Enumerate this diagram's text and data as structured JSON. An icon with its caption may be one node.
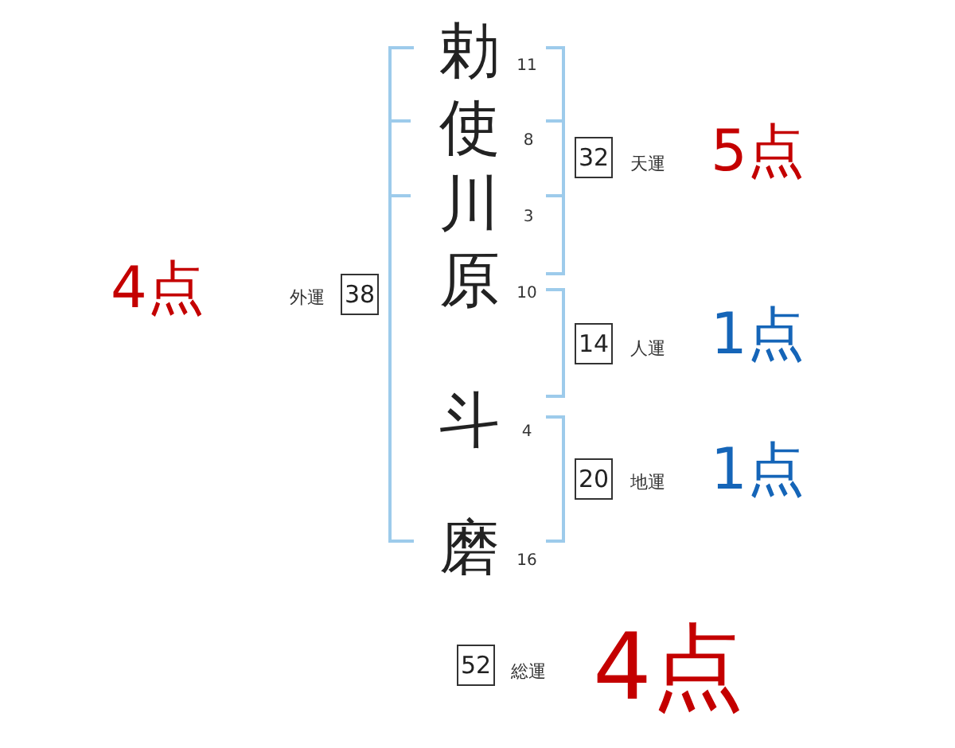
{
  "diagram": {
    "nodes": [
      {
        "text": [
          "32"
        ],
        "beside": [
          "天運"
        ]
      },
      {
        "text": [
          "38"
        ],
        "beside": [
          "外運"
        ]
      },
      {
        "text": [
          "14"
        ],
        "beside": [
          "人運"
        ]
      },
      {
        "text": [
          "20"
        ],
        "beside": [
          "地運"
        ]
      },
      {
        "text": [
          "52"
        ],
        "beside": [
          "総運"
        ]
      }
    ],
    "edges": [],
    "labels": [
      "勅",
      "11",
      "使",
      "8",
      "5点",
      "川",
      "3",
      "4点",
      "原",
      "10",
      "1点",
      "斗",
      "4",
      "1点",
      "磨",
      "16",
      "4点"
    ]
  }
}
